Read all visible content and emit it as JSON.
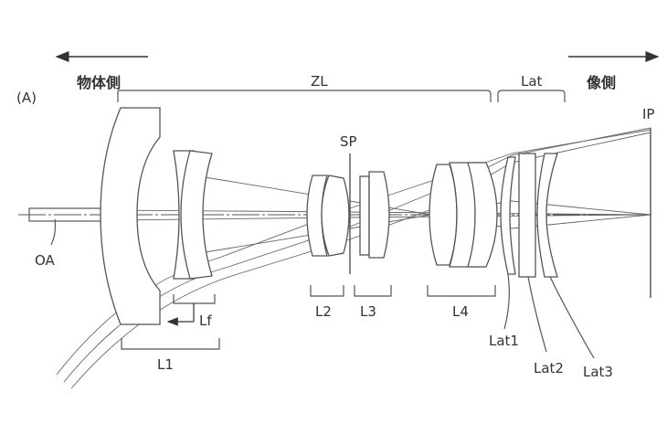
{
  "figure_label": "(A)",
  "direction": {
    "object_side": "物体側",
    "image_side": "像側"
  },
  "groups": {
    "zoom_lens": "ZL",
    "attachment": "Lat",
    "image_plane": "IP",
    "stop": "SP",
    "optical_axis": "OA",
    "first_group": "L1",
    "focus_group": "Lf",
    "second_group": "L2",
    "third_group": "L3",
    "fourth_group": "L4",
    "lat_lens_1": "Lat1",
    "lat_lens_2": "Lat2",
    "lat_lens_3": "Lat3"
  }
}
